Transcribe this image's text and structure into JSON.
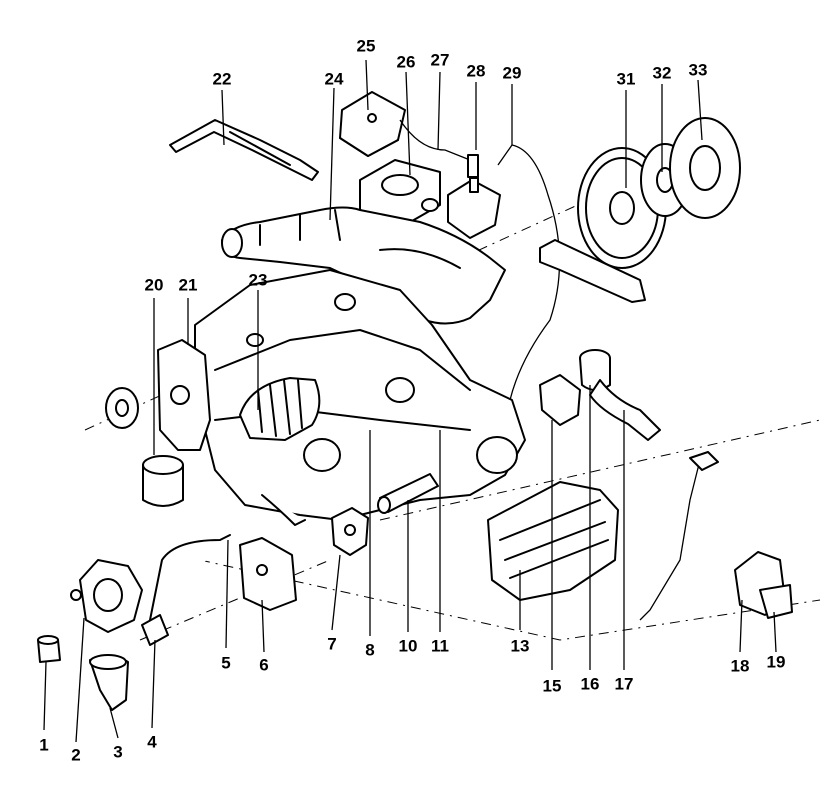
{
  "diagram": {
    "callouts": [
      "1",
      "2",
      "3",
      "4",
      "5",
      "6",
      "7",
      "8",
      "10",
      "11",
      "13",
      "15",
      "16",
      "17",
      "18",
      "19",
      "20",
      "21",
      "22",
      "23",
      "24",
      "25",
      "26",
      "27",
      "28",
      "29",
      "31",
      "32",
      "33"
    ]
  }
}
